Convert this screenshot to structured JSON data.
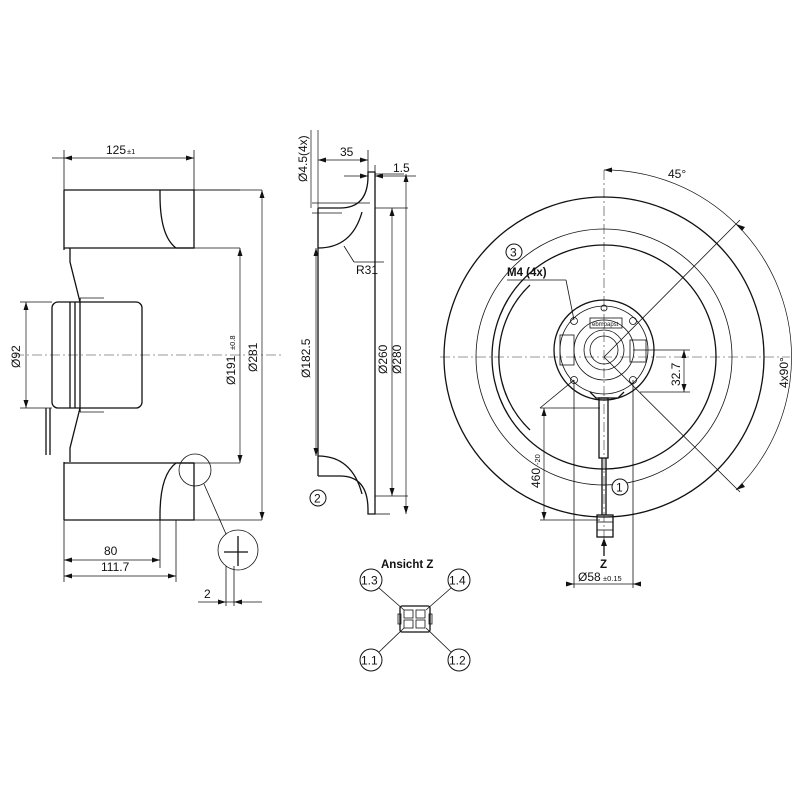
{
  "dimensions": {
    "width_125": {
      "main": "125",
      "tol": "±1"
    },
    "dia_92": "Ø92",
    "dia_191": {
      "main": "Ø191",
      "tol": "±0.8"
    },
    "dia_281": "Ø281",
    "len_80": "80",
    "len_111_7": "111.7",
    "len_2": "2",
    "hole_4_5": "Ø4.5(4x)",
    "len_35": "35",
    "len_1_5": "1.5",
    "radius_31": "R31",
    "dia_182_5": "Ø182.5",
    "dia_260": "Ø260",
    "dia_280": "Ø280",
    "angle_45": "45°",
    "angle_4x90": "4x90°",
    "thread_m4": "M4 (4x)",
    "len_32_7": "32.7",
    "cable_460": {
      "main": "460",
      "tol": "-20"
    },
    "dia_58": {
      "main": "Ø58",
      "tol": "±0.15"
    },
    "view_z": "Z"
  },
  "callouts": {
    "c1": "1",
    "c2": "2",
    "c3": "3"
  },
  "connector_view": {
    "title": "Ansicht Z",
    "pins": [
      "1.3",
      "1.4",
      "1.1",
      "1.2"
    ]
  },
  "label_text": "ebmpapst"
}
